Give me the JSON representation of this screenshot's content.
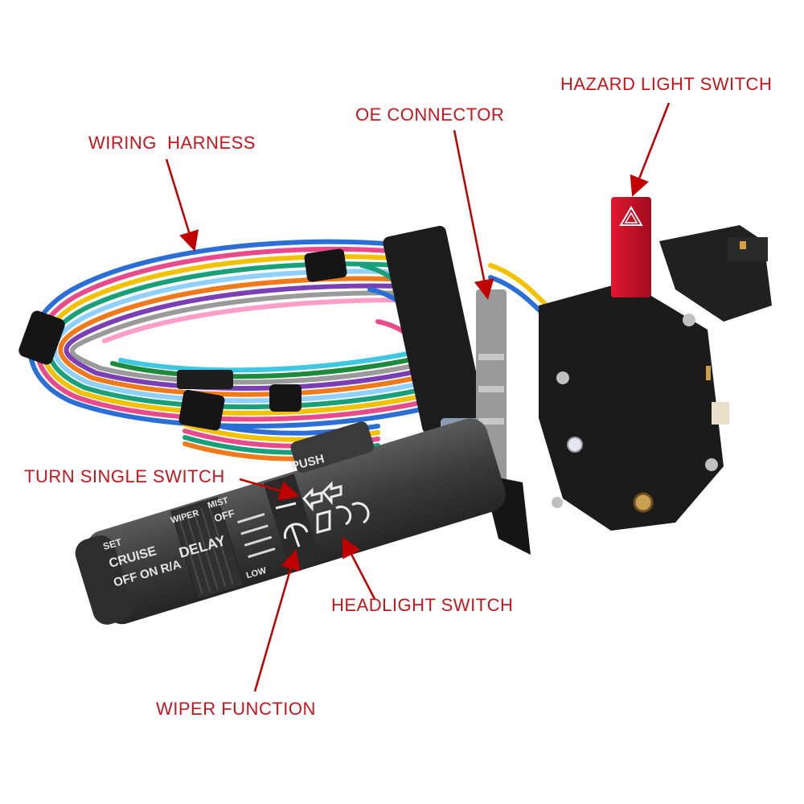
{
  "colors": {
    "callout_text": "#c4161c",
    "arrow": "#c00000",
    "body_black": "#1b1b1b",
    "lever_gray": "#404040",
    "hazard_red": "#c8102e"
  },
  "callouts": {
    "hazard": "HAZARD LIGHT SWITCH",
    "oe_connector": "OE CONNECTOR",
    "wiring_harness": "WIRING  HARNESS",
    "turn_signal": "TURN SINGLE SWITCH",
    "headlight": "HEADLIGHT SWITCH",
    "wiper": "WIPER FUNCTION"
  },
  "lever_markings": {
    "push": "PUSH",
    "set": "SET",
    "cruise": "CRUISE",
    "off_on_ra": "OFF ON R/A",
    "wiper": "WIPER",
    "delay": "DELAY",
    "mist": "MIST",
    "off": "OFF",
    "low": "LOW"
  }
}
